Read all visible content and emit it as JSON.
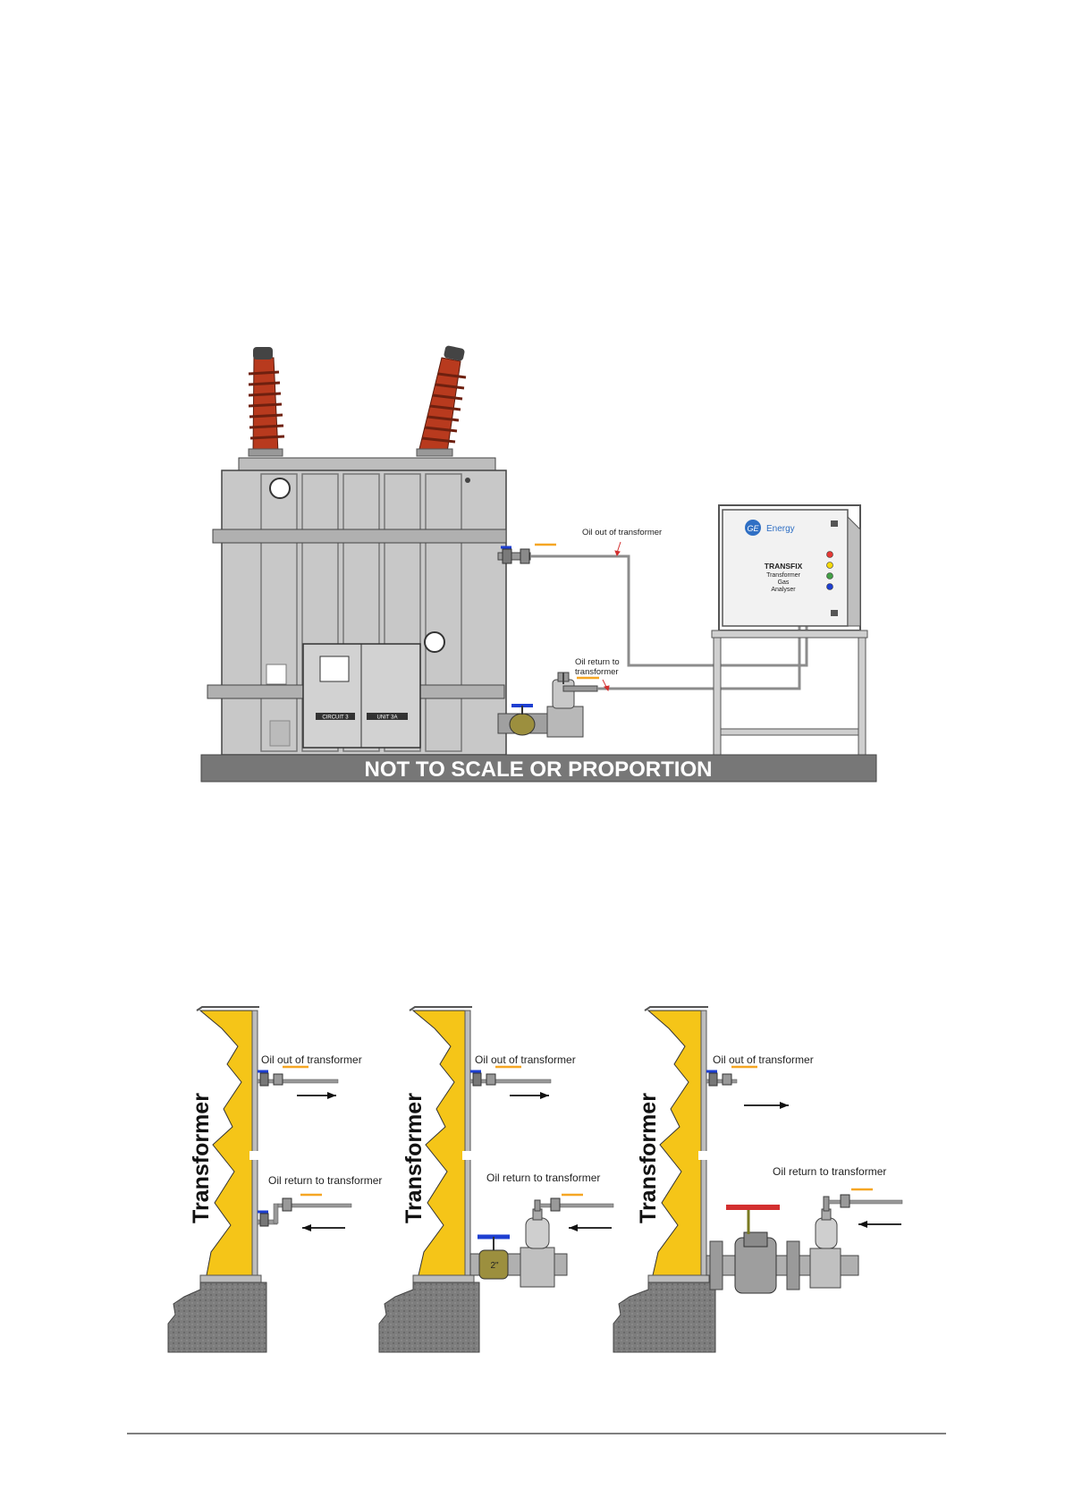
{
  "main_diagram": {
    "oil_out_label": "Oil out of transformer",
    "oil_return_label_line1": "Oil return to",
    "oil_return_label_line2": "transformer",
    "banner": "NOT TO SCALE OR PROPORTION",
    "analyser": {
      "brand": "Energy",
      "product": "TRANSFIX",
      "desc_line1": "Transformer",
      "desc_line2": "Gas",
      "desc_line3": "Analyser",
      "led_colors": [
        "#e53935",
        "#f5d90a",
        "#43a047",
        "#1e3fd1"
      ]
    },
    "cabinet_labels": [
      "CIRCUIT 3",
      "UNIT 3A"
    ]
  },
  "details": [
    {
      "side_label": "Transformer",
      "oil_out_label": "Oil out of transformer",
      "oil_return_label": "Oil return to transformer"
    },
    {
      "side_label": "Transformer",
      "oil_out_label": "Oil out of transformer",
      "oil_return_label": "Oil return to transformer",
      "valve_size": "2\""
    },
    {
      "side_label": "Transformer",
      "oil_out_label": "Oil out of transformer",
      "oil_return_label": "Oil return to transformer"
    }
  ],
  "colors": {
    "tank": "#c8c8c8",
    "bushing": "#b83a1e",
    "oil": "#f5c518",
    "pipe": "#8c8c8c",
    "accent": "#f5a623",
    "ground": "#777777"
  }
}
